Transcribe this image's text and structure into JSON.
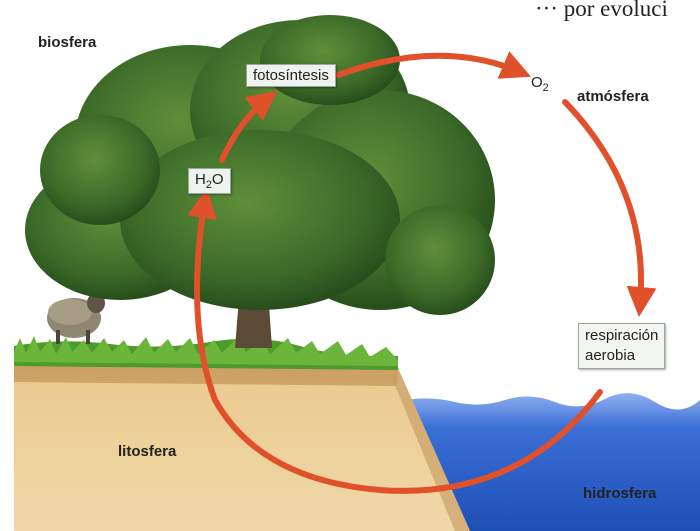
{
  "header_fragment": "··· por evoluci",
  "labels": {
    "biosfera": "biosfera",
    "atmosfera": "atmósfera",
    "litosfera": "litosfera",
    "hidrosfera": "hidrosfera"
  },
  "cycle": {
    "fotosintesis": "fotosíntesis",
    "o2": {
      "base": "O",
      "sub": "2"
    },
    "respiracion_line1": "respiración",
    "respiracion_line2": "aerobia",
    "h2o": {
      "base": "H",
      "sub": "2",
      "tail": "O"
    }
  },
  "colors": {
    "arrow": "#e0502a",
    "sky": "#ffffff",
    "soil": "#e9c98c",
    "water": "#2f63c9",
    "grass": "#4e9a2c",
    "foliage": "#3c6e2a"
  }
}
